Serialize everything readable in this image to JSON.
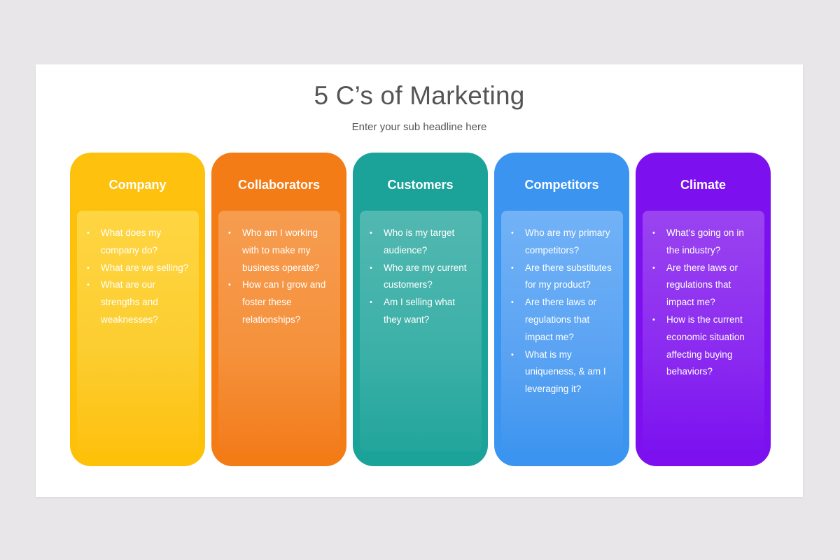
{
  "slide": {
    "title": "5 C’s of Marketing",
    "subtitle": "Enter your sub headline here"
  },
  "cards": [
    {
      "title": "Company",
      "color": "#fdc10e",
      "bullets": [
        "What does my company do?",
        "What are we selling?",
        "What are our strengths and weaknesses?"
      ]
    },
    {
      "title": "Collaborators",
      "color": "#f37c17",
      "bullets": [
        "Who am I working with to make my business operate?",
        "How can I grow and foster these relationships?"
      ]
    },
    {
      "title": "Customers",
      "color": "#1ba39a",
      "bullets": [
        "Who is my target audience?",
        "Who are my current customers?",
        "Am I selling what they want?"
      ]
    },
    {
      "title": "Competitors",
      "color": "#3b94f0",
      "bullets": [
        "Who are my primary competitors?",
        "Are there substitutes for my product?",
        "Are there laws or regulations that impact me?",
        "What is my uniqueness, & am I leveraging it?"
      ]
    },
    {
      "title": "Climate",
      "color": "#7d10ef",
      "bullets": [
        "What’s going on in the industry?",
        "Are there laws or regulations that impact me?",
        "How is the current economic situation affecting buying behaviors?"
      ]
    }
  ]
}
